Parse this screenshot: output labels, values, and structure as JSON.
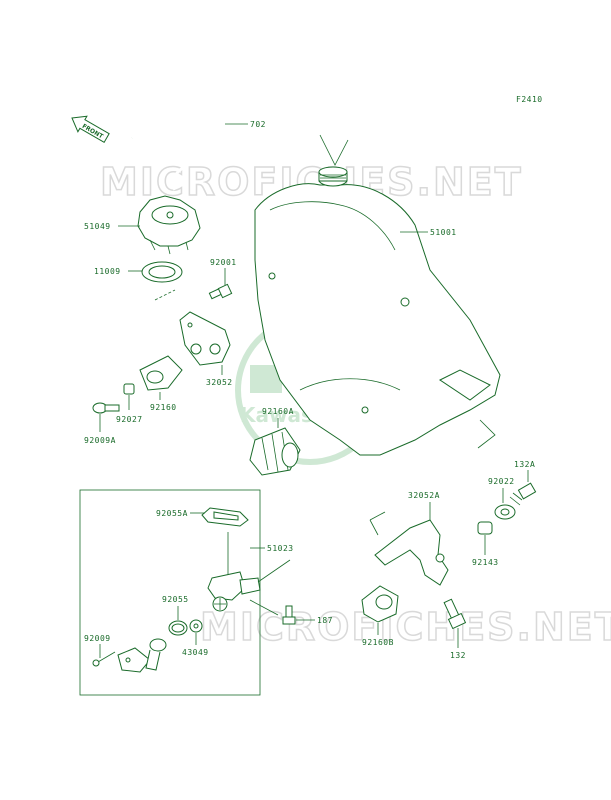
{
  "figure_code": "F2410",
  "front_arrow_label": "FRONT",
  "watermark_text": "MICROFICHES.NET",
  "logo_text": "Kawasaki",
  "colors": {
    "line": "#1a6b2a",
    "watermark": "#d9d9d9",
    "logo": "#cfe8d4"
  },
  "parts": {
    "p702": "702",
    "p51049": "51049",
    "p11009": "11009",
    "p92001": "92001",
    "p51001": "51001",
    "p32052": "32052",
    "p92160": "92160",
    "p92027": "92027",
    "p92009A": "92009A",
    "p92160A": "92160A",
    "p132A": "132A",
    "p92022": "92022",
    "p32052A": "32052A",
    "p92143": "92143",
    "p92055A": "92055A",
    "p51023": "51023",
    "p92055": "92055",
    "p92009": "92009",
    "p43049": "43049",
    "p187": "187",
    "p92160B": "92160B",
    "p132": "132"
  }
}
